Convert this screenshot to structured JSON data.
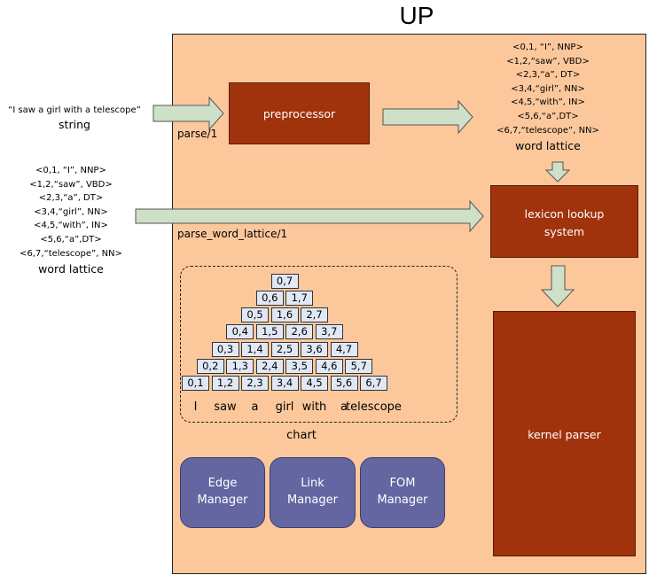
{
  "title": "UP",
  "preprocessor": "preprocessor",
  "lexicon": [
    "lexicon lookup",
    "system"
  ],
  "kernel": "kernel parser",
  "managers": [
    {
      "line1": "Edge",
      "line2": "Manager"
    },
    {
      "line1": "Link",
      "line2": "Manager"
    },
    {
      "line1": "FOM",
      "line2": "Manager"
    }
  ],
  "input_string": {
    "text": "“I saw a girl with a telescope”",
    "label": "string"
  },
  "functions": {
    "parse": "parse/1",
    "parse_word_lattice": "parse_word_lattice/1"
  },
  "lattice_right": {
    "lines": [
      "<0,1, “I”, NNP>",
      "<1,2,“saw”, VBD>",
      "<2,3,“a”, DT>",
      "<3,4,“girl”, NN>",
      "<4,5,“with”, IN>",
      "<5,6,“a”,DT>",
      "<6,7,“telescope”, NN>"
    ],
    "label": "word lattice"
  },
  "lattice_left": {
    "lines": [
      "<0,1, “I”, NNP>",
      "<1,2,“saw”, VBD>",
      "<2,3,“a”, DT>",
      "<3,4,“girl”, NN>",
      "<4,5,“with”, IN>",
      "<5,6,“a”,DT>",
      "<6,7,“telescope”, NN>"
    ],
    "label": "word lattice"
  },
  "chart": {
    "label": "chart",
    "rows": [
      [
        "0,7"
      ],
      [
        "0,6",
        "1,7"
      ],
      [
        "0,5",
        "1,6",
        "2,7"
      ],
      [
        "0,4",
        "1,5",
        "2,6",
        "3,7"
      ],
      [
        "0,3",
        "1,4",
        "2,5",
        "3,6",
        "4,7"
      ],
      [
        "0,2",
        "1,3",
        "2,4",
        "3,5",
        "4,6",
        "5,7"
      ],
      [
        "0,1",
        "1,2",
        "2,3",
        "3,4",
        "4,5",
        "5,6",
        "6,7"
      ]
    ],
    "words": [
      "I",
      "saw",
      "a",
      "girl",
      "with",
      "a",
      "telescope"
    ]
  },
  "colors": {
    "panel": "#fcc89b",
    "module": "#a0330c",
    "manager": "#6366a1",
    "cell": "#e0e8f6",
    "arrow": "#cfe0c8"
  }
}
